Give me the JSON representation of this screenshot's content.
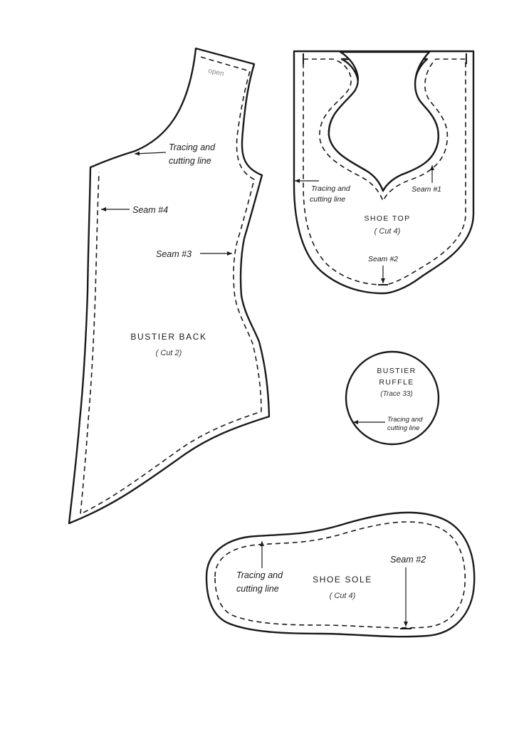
{
  "bustier_back": {
    "title": "BUSTIER BACK",
    "cut": "( Cut 2)",
    "open": "open",
    "tracing_line1": "Tracing and",
    "tracing_line2": "cutting line",
    "seam4": "Seam #4",
    "seam3": "Seam #3"
  },
  "shoe_top": {
    "title": "SHOE TOP",
    "cut": "( Cut 4)",
    "tracing_line1": "Tracing and",
    "tracing_line2": "cutting line",
    "seam1": "Seam #1",
    "seam2": "Seam #2"
  },
  "bustier_ruffle": {
    "title_line1": "BUSTIER",
    "title_line2": "RUFFLE",
    "trace": "(Trace 33)",
    "tracing_line1": "Tracing and",
    "tracing_line2": "cutting line"
  },
  "shoe_sole": {
    "title": "SHOE SOLE",
    "cut": "( Cut 4)",
    "tracing_line1": "Tracing and",
    "tracing_line2": "cutting line",
    "seam2": "Seam #2"
  }
}
